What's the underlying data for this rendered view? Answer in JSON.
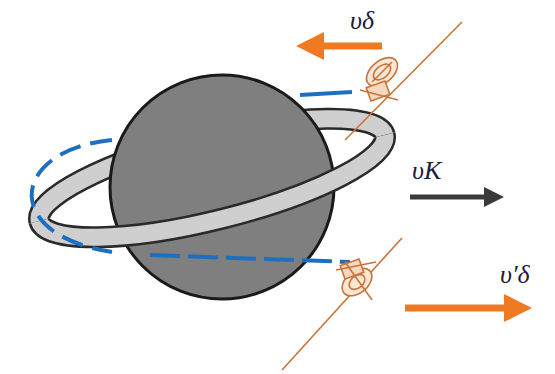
{
  "diagram": {
    "labels": [
      "υδ",
      "υK",
      "υ′δ"
    ]
  }
}
